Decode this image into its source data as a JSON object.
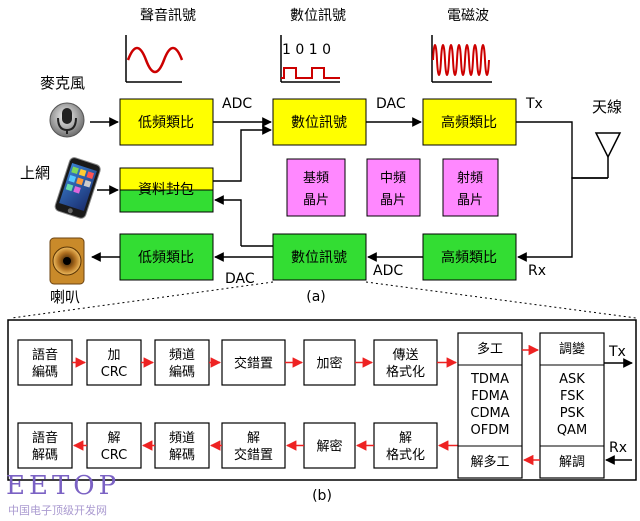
{
  "colors": {
    "yellow": "#ffff00",
    "green": "#33dd33",
    "pink": "#ff88ff",
    "wave": "#cc0000",
    "line": "#000000",
    "arrow_red": "#ee2222",
    "watermark": "#7b62c4"
  },
  "top": {
    "signals": {
      "sound": "聲音訊號",
      "digital": "數位訊號",
      "em": "電磁波",
      "bits": "1 0 1 0"
    },
    "devices": {
      "mic": "麥克風",
      "phone": "上網",
      "speaker": "喇叭",
      "antenna": "天線"
    },
    "blocks": {
      "lowfreq_analog": "低頻類比",
      "digital_signal": "數位訊號",
      "highfreq_analog": "高頻類比",
      "data_packet": "資料封包",
      "lowfreq_analog_rx": "低頻類比",
      "digital_signal_rx": "數位訊號",
      "highfreq_analog_rx": "高頻類比"
    },
    "chips": {
      "baseband_1": "基頻",
      "baseband_2": "晶片",
      "if_1": "中頻",
      "if_2": "晶片",
      "rf_1": "射頻",
      "rf_2": "晶片"
    },
    "labels": {
      "adc": "ADC",
      "dac": "DAC",
      "tx": "Tx",
      "dac_rx": "DAC",
      "adc_rx": "ADC",
      "rx": "Rx",
      "caption": "(a)"
    }
  },
  "bottom": {
    "tx_row": [
      [
        "語音",
        "編碼"
      ],
      [
        "加",
        "CRC"
      ],
      [
        "頻道",
        "編碼"
      ],
      [
        "交錯置"
      ],
      [
        "加密"
      ],
      [
        "傳送",
        "格式化"
      ]
    ],
    "rx_row": [
      [
        "語音",
        "解碼"
      ],
      [
        "解",
        "CRC"
      ],
      [
        "頻道",
        "解碼"
      ],
      [
        "解",
        "交錯置"
      ],
      [
        "解密"
      ],
      [
        "解",
        "格式化"
      ]
    ],
    "mux": {
      "top": "多工",
      "items": [
        "TDMA",
        "FDMA",
        "CDMA",
        "OFDM"
      ],
      "bottom": "解多工"
    },
    "mod": {
      "top": "調變",
      "items": [
        "ASK",
        "FSK",
        "PSK",
        "QAM"
      ],
      "bottom": "解調"
    },
    "labels": {
      "tx": "Tx",
      "rx": "Rx",
      "caption": "(b)"
    }
  },
  "watermark": {
    "logo": "EETOP",
    "subtitle": "中国电子顶级开发网"
  }
}
